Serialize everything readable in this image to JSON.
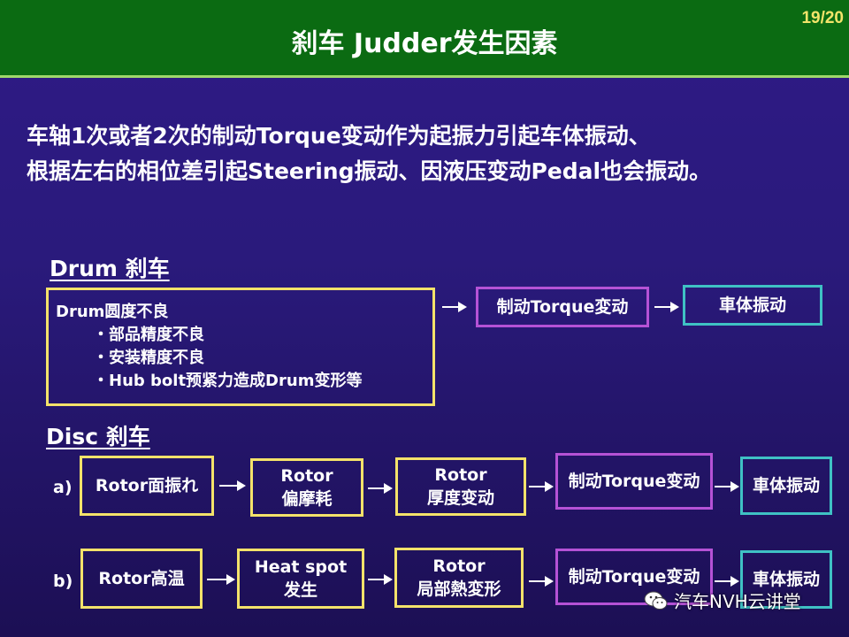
{
  "title": "刹车 Judder发生因素",
  "page_number": "19/20",
  "intro": {
    "line1": "车轴1次或者2次的制动Torque变动作为起振力引起车体振动、",
    "line2": "根据左右的相位差引起Steering振动、因液压变动Pedal也会振动。"
  },
  "drum": {
    "heading": "Drum 刹车",
    "cause_title": "Drum圆度不良",
    "causes": [
      "・部品精度不良",
      "・安装精度不良",
      "・Hub bolt预紧力造成Drum变形等"
    ],
    "torque_label": "制动Torque変动",
    "result_label": "車体振动"
  },
  "disc": {
    "heading": "Disc 刹车",
    "row_a": {
      "label": "a)",
      "step1": "Rotor面振れ",
      "step2_line1": "Rotor",
      "step2_line2": "偏摩耗",
      "step3_line1": "Rotor",
      "step3_line2": "厚度变动",
      "torque_label": "制动Torque变动",
      "result_label": "車体振动"
    },
    "row_b": {
      "label": "b)",
      "step1": "Rotor高温",
      "step2_line1": "Heat spot",
      "step2_line2": "发生",
      "step3_line1": "Rotor",
      "step3_line2": "局部熱変形",
      "torque_label": "制动Torque变动",
      "result_label": "車体振动"
    }
  },
  "watermark": "汽车NVH云讲堂",
  "colors": {
    "header_green": "#0b6b12",
    "yellow_border": "#f4e26a",
    "violet_border": "#b552d6",
    "teal_border": "#3fc1c4",
    "background": "#2a1a7c"
  }
}
